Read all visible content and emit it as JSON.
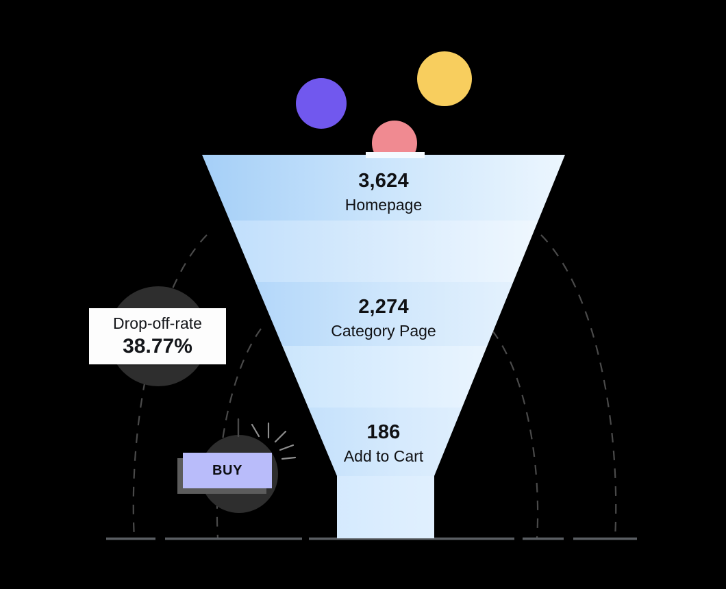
{
  "chart_data": {
    "type": "funnel",
    "title": "",
    "stages": [
      {
        "label": "Homepage",
        "value": 3624,
        "value_text": "3,624"
      },
      {
        "label": "Category Page",
        "value": 2274,
        "value_text": "2,274"
      },
      {
        "label": "Add to Cart",
        "value": 186,
        "value_text": "186"
      }
    ],
    "categories": [
      "Homepage",
      "Category Page",
      "Add to Cart"
    ],
    "values": [
      3624,
      2274,
      186
    ],
    "annotations": [
      {
        "name": "drop-off-rate",
        "label": "Drop-off-rate",
        "value_text": "38.77%",
        "value": 38.77,
        "unit": "%"
      }
    ],
    "xlabel": "",
    "ylabel": "",
    "grid": false,
    "legend": null
  },
  "funnel": {
    "stages": [
      {
        "value_text": "3,624",
        "label": "Homepage"
      },
      {
        "value_text": "2,274",
        "label": "Category Page"
      },
      {
        "value_text": "186",
        "label": "Add to Cart"
      }
    ]
  },
  "dropoff_card": {
    "title": "Drop-off-rate",
    "value": "38.77%"
  },
  "buy_button": {
    "label": "BUY"
  },
  "decor": {
    "circles": [
      {
        "name": "purple-circle",
        "color": "#7158EE"
      },
      {
        "name": "yellow-circle",
        "color": "#F8CE5E"
      },
      {
        "name": "pink-circle",
        "color": "#F08A91"
      }
    ],
    "dark_circle_color": "#2E2E2E",
    "dashed_color": "#4a4a4a",
    "baseline_color": "#5a5e63"
  },
  "colors": {
    "background": "#000000",
    "funnel_band_1_left": "#A6D0F7",
    "funnel_band_1_right": "#EAF5FE",
    "funnel_band_2_left": "#BCDCFB",
    "funnel_band_2_right": "#F2F8FE",
    "funnel_band_3_left": "#A9D2F8",
    "funnel_band_3_right": "#E9F4FE",
    "funnel_band_4_left": "#BEDEFB",
    "funnel_band_4_right": "#F3F9FF",
    "funnel_band_5_left": "#B4D8FA",
    "funnel_band_5_right": "#EDF6FE",
    "buy_fill": "#B9BCFA",
    "buy_shadow": "#5C5C5C",
    "card_bg": "#FDFDFD",
    "text_dark": "#101114"
  }
}
